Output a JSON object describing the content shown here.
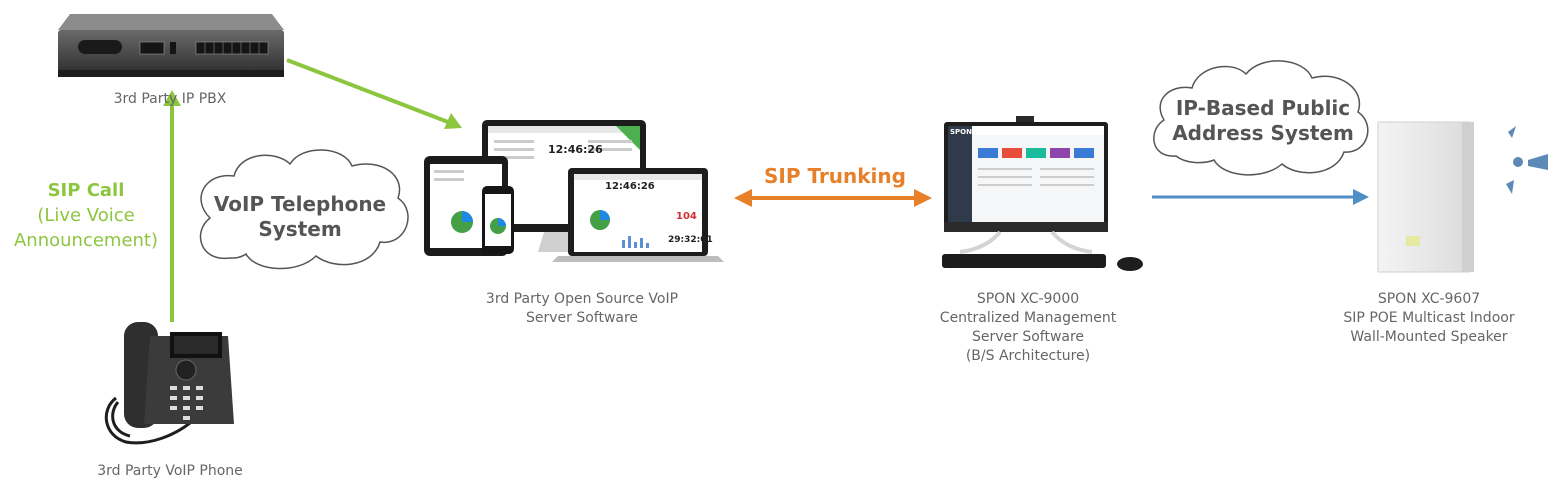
{
  "nodes": {
    "pbx": {
      "lines": [
        "3rd Party IP PBX"
      ]
    },
    "phone": {
      "lines": [
        "3rd Party VoIP Phone"
      ]
    },
    "server_software": {
      "lines": [
        "3rd Party Open Source VoIP",
        "Server Software"
      ]
    },
    "management": {
      "lines": [
        "SPON XC-9000",
        "Centralized Management",
        "Server Software",
        "(B/S Architecture)"
      ]
    },
    "speaker": {
      "lines": [
        "SPON XC-9607",
        "SIP POE Multicast Indoor",
        "Wall-Mounted Speaker"
      ]
    }
  },
  "clouds": {
    "voip": {
      "lines": [
        "VoIP Telephone",
        "System"
      ]
    },
    "pa": {
      "lines": [
        "IP-Based Public",
        "Address System"
      ]
    }
  },
  "edges": {
    "sip_call": {
      "title": "SIP Call",
      "sub_lines": [
        "(Live Voice",
        "Announcement)"
      ]
    },
    "sip_trunking": {
      "label": "SIP Trunking"
    }
  },
  "screens": {
    "monitor_clock": "12:46:26",
    "tablet_clock": "12:46:26",
    "laptop_count": "104",
    "laptop_timer": "29:32:01",
    "pc_logo": "SPON"
  },
  "colors": {
    "green_arrow": "#8cc63f",
    "orange_arrow": "#e8802a",
    "blue_arrow": "#4f8fc6",
    "label_text": "#666666",
    "cloud_text": "#555555"
  }
}
